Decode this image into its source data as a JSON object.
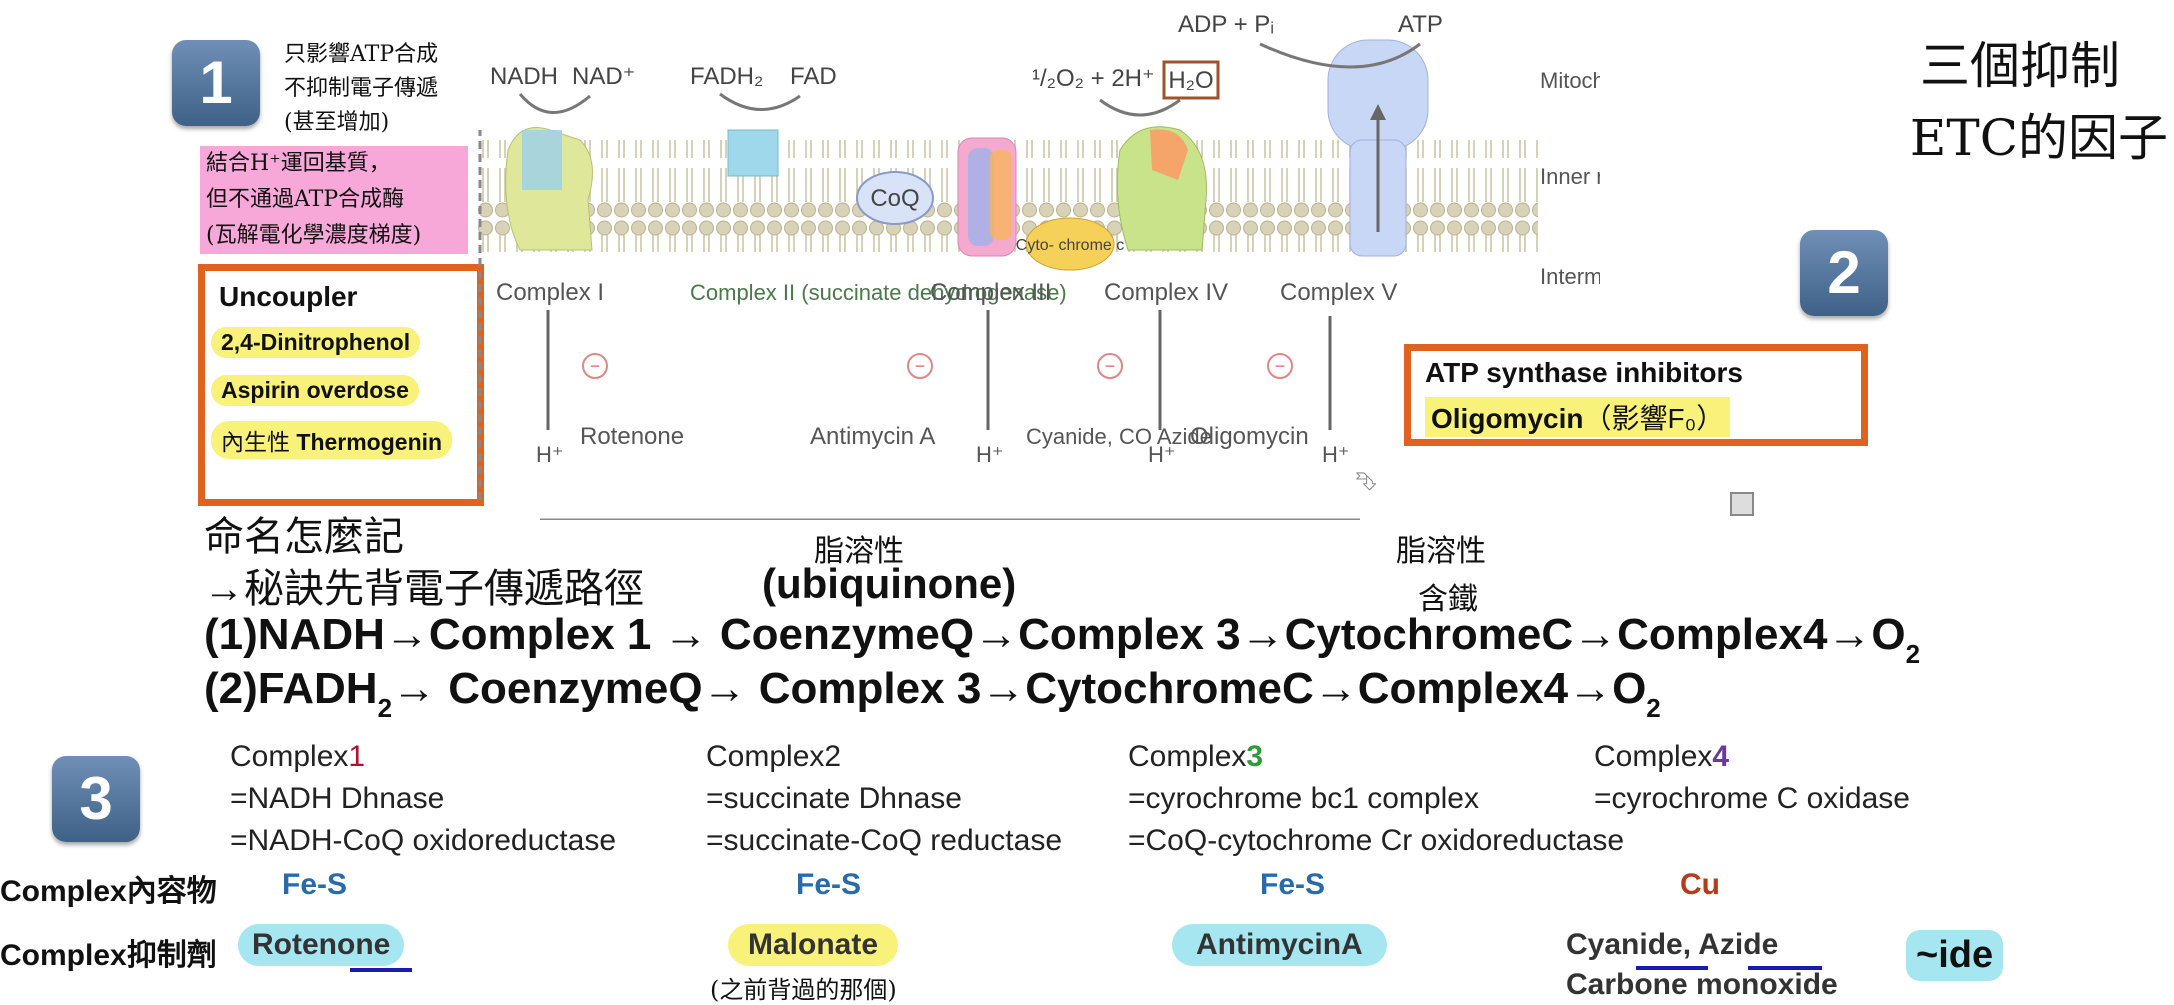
{
  "title_lines": [
    "三個抑制",
    "ETC的因子"
  ],
  "badges": [
    "1",
    "2",
    "3"
  ],
  "note1_lines": [
    "只影響ATP合成",
    "不抑制電子傳遞",
    "(甚至增加)"
  ],
  "pink_note_lines": [
    "結合H⁺運回基質，",
    "但不通過ATP合成酶",
    "(瓦解電化學濃度梯度)"
  ],
  "uncoupler": {
    "title": "Uncoupler",
    "items": [
      "2,4-Dinitrophenol",
      "Aspirin overdose",
      "Thermogenin"
    ],
    "item3_prefix": "內生性"
  },
  "atp_box": {
    "title": "ATP synthase inhibitors",
    "item": "Oligomycin",
    "note": "（影響F₀）"
  },
  "diagram": {
    "top": {
      "nadh": "NADH",
      "nad": "NAD⁺",
      "fadh2": "FADH₂",
      "fad": "FAD",
      "o2": "¹/₂O₂ + 2H⁺",
      "h2o": "H₂O",
      "adp": "ADP + Pᵢ",
      "atp": "ATP"
    },
    "regions": [
      "Mitochondrial matrix",
      "Inner mitochondrial membrane",
      "Intermembrane space"
    ],
    "coq": "CoQ",
    "cytc": "Cyto- chrome c",
    "complexes": [
      "Complex I",
      "Complex II (succinate dehydrogenase)",
      "Complex III",
      "Complex IV",
      "Complex V"
    ],
    "inhibitors": [
      "Rotenone",
      "Antimycin A",
      "Cyanide, CO Azide",
      "Oligomycin"
    ],
    "hplus": "H⁺",
    "minus": "−"
  },
  "naming": {
    "line1": "命名怎麼記",
    "line2": "→秘訣先背電子傳遞路徑",
    "fat1": "脂溶性",
    "ubiq": "(ubiquinone)",
    "fat2": "脂溶性",
    "iron": "含鐵"
  },
  "path1": {
    "main": "(1)NADH→Complex 1 → CoenzymeQ→Complex 3→CytochromeC→Complex4→O",
    "sub": "2"
  },
  "path2": {
    "p1": "(2)FADH",
    "s1": "2",
    "p2": "→ CoenzymeQ→ Complex 3→CytochromeC→Complex4→O",
    "s2": "2"
  },
  "complex_table": [
    {
      "name": "Complex",
      "num": "1",
      "num_color": "#b0102a",
      "l1": "=NADH Dhnase",
      "l2": "=NADH-CoQ oxidoreductase"
    },
    {
      "name": "Complex2",
      "num": "",
      "num_color": "#222",
      "l1": "=succinate Dhnase",
      "l2": "=succinate-CoQ reductase"
    },
    {
      "name": "Complex",
      "num": "3",
      "num_color": "#2e9a3a",
      "l1": "=cyrochrome bc1 complex",
      "l2": "=CoQ-cytochrome Cr oxidoreductase"
    },
    {
      "name": "Complex",
      "num": "4",
      "num_color": "#6a3aa0",
      "l1": "=cyrochrome C oxidase",
      "l2": ""
    }
  ],
  "row_labels": {
    "content": "Complex內容物",
    "inhibitor": "Complex抑制劑"
  },
  "contents": [
    "Fe-S",
    "Fe-S",
    "Fe-S",
    "Cu"
  ],
  "inhibitor_row": {
    "rotenone": "Rotenone",
    "malonate": "Malonate",
    "malonate_note": "(之前背過的那個)",
    "antimycin": "AntimycinA",
    "cyanide": "Cyanide, Azide",
    "carbon": "Carbone monoxide",
    "ide": "~ide"
  },
  "colors": {
    "orange_box": "#e0621f",
    "pink": "#f7a8d8",
    "yellow": "#f8f27a",
    "cyan": "#a5e6f0",
    "blue_content": "#2a6aa8",
    "cu_red": "#b93a1a"
  }
}
